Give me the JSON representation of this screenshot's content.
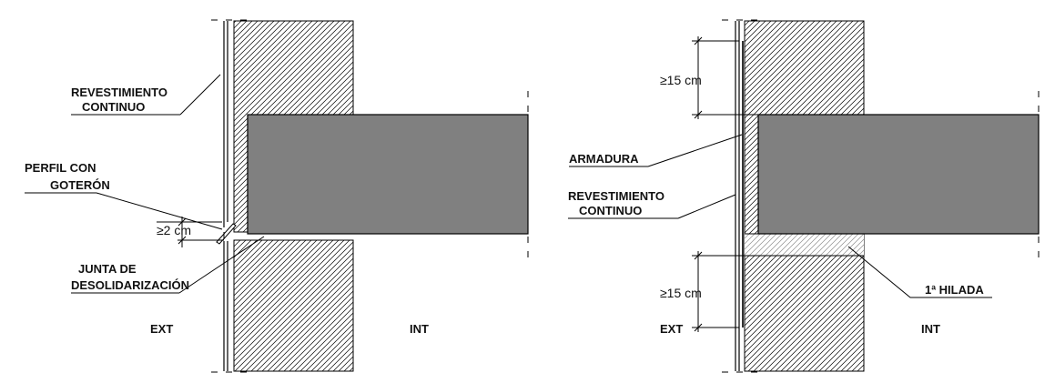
{
  "left_detail": {
    "label_revestimiento_1": "REVESTIMIENTO",
    "label_revestimiento_2": "CONTINUO",
    "label_perfil_1": "PERFIL CON",
    "label_perfil_2": "GOTERÓN",
    "dim_gap": "≥2 cm",
    "label_junta_1": "JUNTA DE",
    "label_junta_2": "DESOLIDARIZACIÓN",
    "label_ext": "EXT",
    "label_int": "INT"
  },
  "right_detail": {
    "dim_top": "≥15 cm",
    "label_armadura": "ARMADURA",
    "label_revestimiento_1": "REVESTIMIENTO",
    "label_revestimiento_2": "CONTINUO",
    "label_hilada": "1ª HILADA",
    "dim_bottom": "≥15 cm",
    "label_ext": "EXT",
    "label_int": "INT"
  },
  "colors": {
    "slab_fill": "#808080",
    "hatch_stroke": "#000000",
    "line": "#000000"
  }
}
